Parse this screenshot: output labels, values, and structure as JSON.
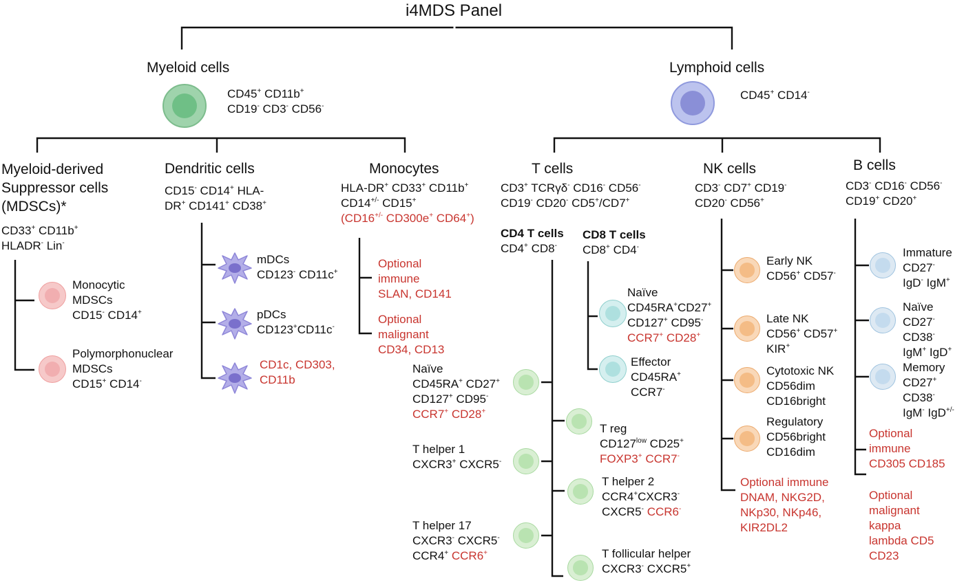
{
  "title": "i4MDS Panel",
  "myeloid": {
    "heading": "Myeloid cells",
    "markers": [
      "CD45",
      "+",
      " CD11b",
      "+",
      "CD19",
      "-",
      " CD3",
      "-",
      " CD56",
      "-"
    ],
    "mdsc": {
      "heading_lines": [
        "Myeloid-derived",
        "Suppressor cells",
        "(MDSCs)*"
      ],
      "markers": [
        "CD33",
        "+",
        " CD11b",
        "+",
        "HLADR",
        "-",
        " Lin",
        "-"
      ],
      "monocytic": {
        "lines": [
          "Monocytic",
          "MDSCs"
        ],
        "markers": [
          "CD15",
          "-",
          " CD14",
          "+"
        ]
      },
      "polymorpho": {
        "lines": [
          "Polymorphonuclear",
          "MDSCs"
        ],
        "markers": [
          "CD15",
          "+",
          " CD14",
          "-"
        ]
      }
    },
    "dendritic": {
      "heading": "Dendritic cells",
      "markers": [
        "CD15",
        "-",
        " CD14",
        "+",
        " HLA-",
        "DR",
        "+",
        " CD141",
        "+",
        " CD38",
        "+"
      ],
      "mdcs": {
        "name": "mDCs",
        "markers": [
          "CD123",
          "-",
          " CD11c",
          "+"
        ]
      },
      "pdcs": {
        "name": "pDCs",
        "markers": [
          "CD123",
          "+",
          "CD11c",
          "-"
        ]
      },
      "optional_lines": [
        "CD1c, CD303,",
        "CD11b"
      ]
    },
    "monocytes": {
      "heading": "Monocytes",
      "markers": [
        "HLA-DR",
        "+",
        " CD33",
        "+",
        " CD11b",
        "+",
        "CD14",
        "+/-",
        " CD15",
        "+"
      ],
      "optional_markers": [
        "(CD16",
        "+/-",
        " CD300e",
        "+",
        " CD64",
        "+",
        ")"
      ],
      "optional_immune_lines": [
        "Optional",
        "immune",
        "SLAN, CD141"
      ],
      "optional_malignant_lines": [
        "Optional",
        "malignant",
        "CD34, CD13"
      ]
    }
  },
  "lymphoid": {
    "heading": "Lymphoid cells",
    "markers": [
      "CD45",
      "+",
      " CD14",
      "-"
    ],
    "tcells": {
      "heading": "T cells",
      "markers": [
        "CD3",
        "+",
        " TCRγδ",
        "-",
        " CD16",
        "-",
        " CD56",
        "-",
        "CD19",
        "-",
        " CD20",
        "-",
        " CD5",
        "+",
        "/CD7",
        "+"
      ],
      "cd4": {
        "heading": "CD4 T cells",
        "markers": [
          "CD4",
          "+",
          " CD8",
          "-"
        ],
        "naive": {
          "name": "Naïve",
          "markers": [
            "CD45RA",
            "+",
            " CD27",
            "+",
            "CD127",
            "+",
            " CD95",
            "-"
          ],
          "optional": [
            "CCR7",
            "+",
            " CD28",
            "+"
          ]
        },
        "th1": {
          "name": "T helper 1",
          "markers": [
            "CXCR3",
            "+",
            " CXCR5",
            "-"
          ]
        },
        "th17": {
          "name": "T helper 17",
          "markers": [
            "CXCR3",
            "-",
            " CXCR5",
            "-",
            "CCR4",
            "+"
          ],
          "optional": [
            " CCR6",
            "+"
          ]
        },
        "treg": {
          "name": "T reg",
          "markers": [
            "CD127",
            "low",
            " CD25",
            "+"
          ],
          "optional": [
            "FOXP3",
            "+",
            " CCR7",
            "-"
          ]
        },
        "th2": {
          "name": "T helper 2",
          "markers": [
            "CCR4",
            "+",
            "CXCR3",
            "-",
            "CXCR5",
            "-"
          ],
          "optional": [
            " CCR6",
            "-"
          ]
        },
        "tfh": {
          "name": "T follicular helper",
          "markers": [
            "CXCR3",
            "-",
            " CXCR5",
            "+"
          ]
        }
      },
      "cd8": {
        "heading": "CD8 T cells",
        "markers": [
          "CD8",
          "+",
          " CD4",
          "-"
        ],
        "naive": {
          "name": "Naïve",
          "markers": [
            "CD45RA",
            "+",
            "CD27",
            "+",
            "CD127",
            "+",
            " CD95",
            "-"
          ],
          "optional": [
            "CCR7",
            "+",
            " CD28",
            "+"
          ]
        },
        "effector": {
          "name": "Effector",
          "markers": [
            "CD45RA",
            "+",
            "CCR7",
            "-"
          ]
        }
      }
    },
    "nkcells": {
      "heading": "NK cells",
      "markers": [
        "CD3",
        "-",
        " CD7",
        "+",
        " CD19",
        "-",
        "CD20",
        "-",
        " CD56",
        "+"
      ],
      "early": {
        "name": "Early NK",
        "markers": [
          "CD56",
          "+",
          " CD57",
          "-"
        ]
      },
      "late": {
        "name": "Late NK",
        "markers": [
          "CD56",
          "+",
          " CD57",
          "+",
          "KIR",
          "+"
        ]
      },
      "cytotoxic": {
        "lines": [
          "Cytotoxic NK",
          "CD56dim",
          "CD16bright"
        ]
      },
      "regulatory": {
        "lines": [
          "Regulatory",
          "CD56bright",
          "CD16dim"
        ]
      },
      "optional_lines": [
        "Optional immune",
        "DNAM, NKG2D,",
        "NKp30, NKp46,",
        "KIR2DL2"
      ]
    },
    "bcells": {
      "heading": "B cells",
      "markers": [
        "CD3",
        "-",
        " CD16",
        "-",
        " CD56",
        "-",
        "CD19",
        "+",
        " CD20",
        "+"
      ],
      "immature": {
        "name": "Immature",
        "markers": [
          "CD27",
          "-",
          "IgD",
          "-",
          "  IgM",
          "+"
        ]
      },
      "naive": {
        "name": "Naïve",
        "markers": [
          "CD27",
          "-",
          "CD38",
          "-",
          "IgM",
          "+",
          " IgD",
          "+"
        ]
      },
      "memory": {
        "name": "Memory",
        "markers": [
          "CD27",
          "+",
          "CD38",
          "-",
          "IgM",
          "-",
          " IgD",
          "+/-"
        ]
      },
      "optional_immune_lines": [
        "Optional",
        "immune",
        "CD305 CD185"
      ],
      "optional_malignant_lines": [
        "Optional",
        "malignant",
        "kappa",
        "lambda CD5",
        "CD23"
      ]
    }
  },
  "colors": {
    "optional": "#c8352f",
    "line": "#111111"
  },
  "icons": {
    "dendritic": "dendritic-cell-icon",
    "cell": "cell-icon"
  }
}
